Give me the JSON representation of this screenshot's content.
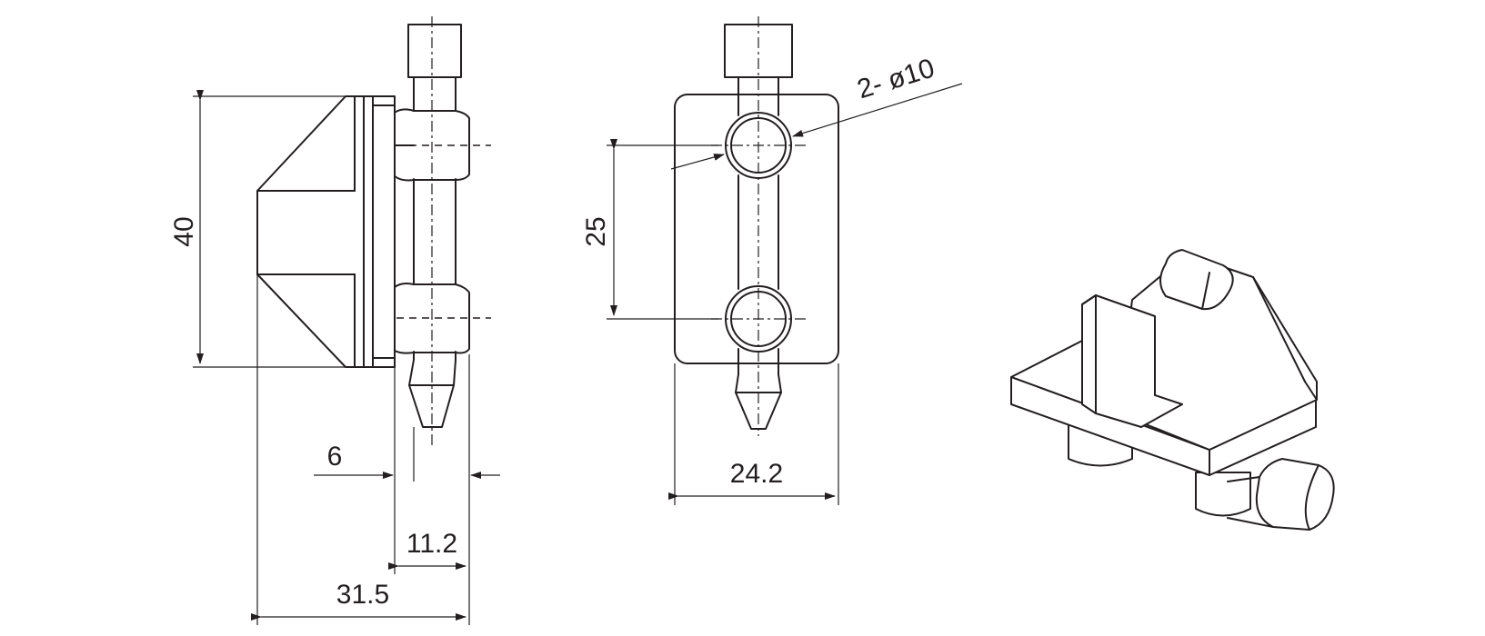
{
  "dimensions": {
    "height_40": "40",
    "offset_6": "6",
    "width_11_2": "11.2",
    "depth_31_5": "31.5",
    "spacing_25": "25",
    "hole_2x_d10": "2- ø10",
    "width_24_2": "24.2"
  },
  "colors": {
    "line": "#231f20",
    "background": "#ffffff"
  }
}
